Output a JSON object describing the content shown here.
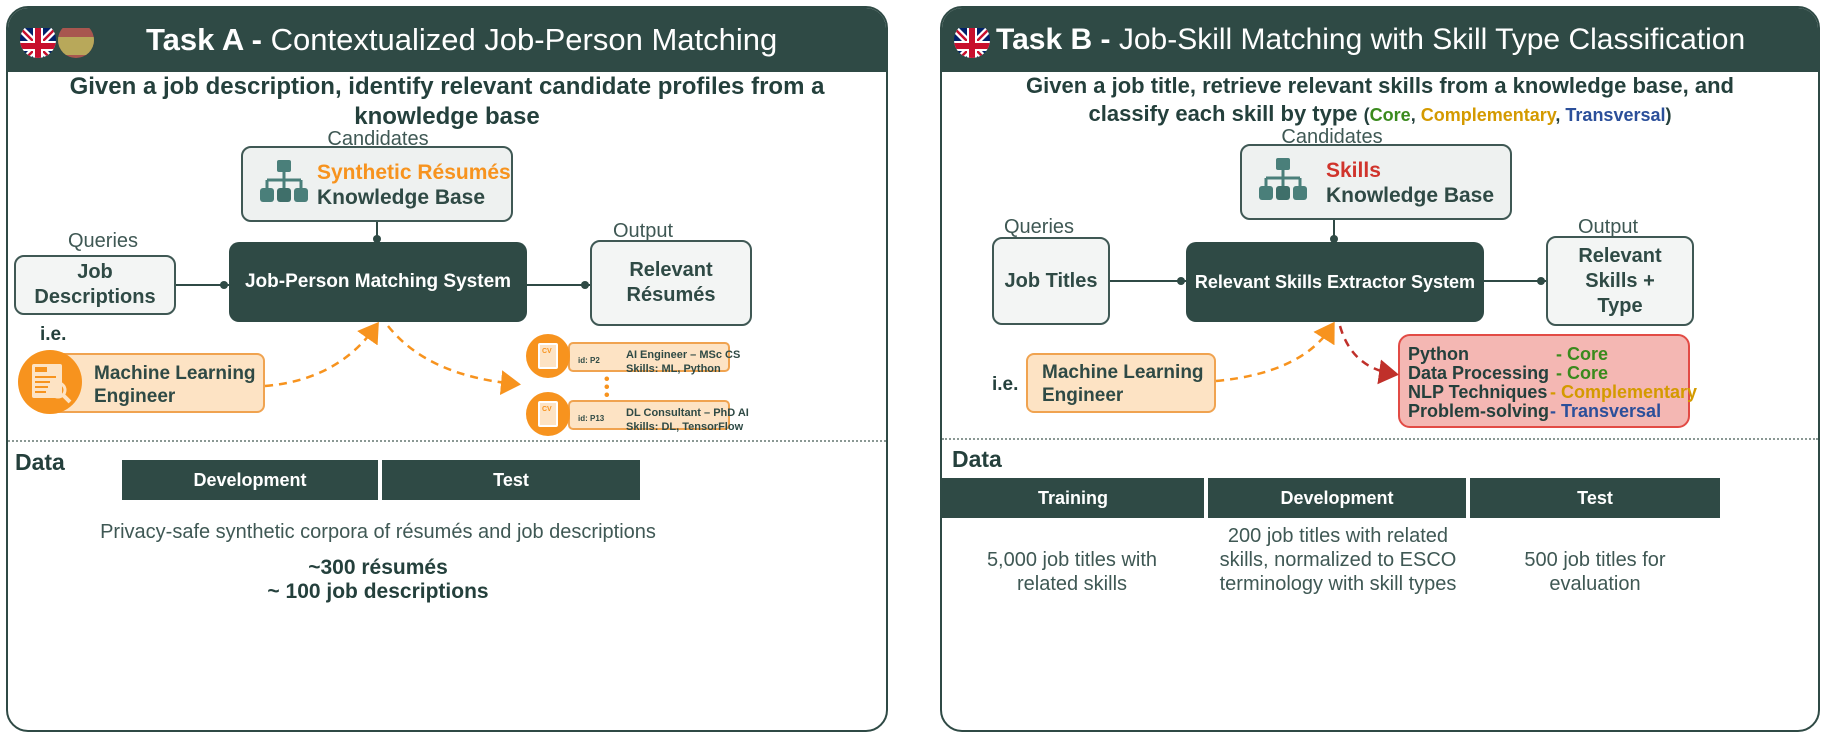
{
  "task_a": {
    "title_bold": "Task A -",
    "title_rest": "Contextualized Job-Person Matching",
    "subtitle": "Given a job description, identify relevant candidate profiles from a knowledge base",
    "candidates_label": "Candidates",
    "kb_highlight": "Synthetic Résumés",
    "kb_label": "Knowledge Base",
    "queries_label": "Queries",
    "query_box": "Job Descriptions",
    "system": "Job-Person Matching System",
    "output_label": "Output",
    "output_box": "Relevant Résumés",
    "ie": "i.e.",
    "example_query": "Machine Learning Engineer",
    "results": [
      {
        "id": "id: P2",
        "line1": "AI Engineer – MSc CS",
        "line2": "Skills: ML, Python"
      },
      {
        "id": "id: P13",
        "line1": "DL Consultant – PhD AI",
        "line2": "Skills: DL, TensorFlow"
      }
    ],
    "data_heading": "Data",
    "table_headers": [
      "Development",
      "Test"
    ],
    "desc": "Privacy-safe synthetic corpora of résumés and job descriptions",
    "stat1": "~300 résumés",
    "stat2": "~ 100 job descriptions"
  },
  "task_b": {
    "title_bold": "Task B -",
    "title_rest": "Job-Skill Matching with Skill Type Classification",
    "subtitle_line1": "Given a job title, retrieve relevant skills from a knowledge base, and",
    "subtitle_line2": "classify each skill by type",
    "type_core": "Core",
    "type_complementary": "Complementary",
    "type_transversal": "Transversal",
    "candidates_label": "Candidates",
    "kb_highlight": "Skills",
    "kb_label": "Knowledge Base",
    "queries_label": "Queries",
    "query_box": "Job Titles",
    "system": "Relevant Skills Extractor System",
    "output_label": "Output",
    "output_box": "Relevant Skills + Type",
    "ie": "i.e.",
    "example_query": "Machine Learning Engineer",
    "skills": [
      {
        "name": "Python",
        "type": "- Core"
      },
      {
        "name": "Data Processing",
        "type": "- Core"
      },
      {
        "name": "NLP Techniques",
        "type": "- Complementary"
      },
      {
        "name": "Problem-solving",
        "type": "- Transversal"
      }
    ],
    "data_heading": "Data",
    "table_headers": [
      "Training",
      "Development",
      "Test"
    ],
    "table_cells": [
      "5,000 job titles with related skills",
      "200 job titles with related skills, normalized to ESCO terminology with skill types",
      "500 job titles for evaluation"
    ]
  },
  "colors": {
    "dark_green": "#2f4a45",
    "orange": "#f7931e",
    "core": "#3a8a1d",
    "complementary": "#d49a00",
    "transversal": "#2b4f9a",
    "skills_red": "#d0342c"
  },
  "icons": [
    "uk-flag-icon",
    "spain-flag-icon",
    "hierarchy-icon",
    "job-search-icon",
    "cv-document-icon"
  ]
}
